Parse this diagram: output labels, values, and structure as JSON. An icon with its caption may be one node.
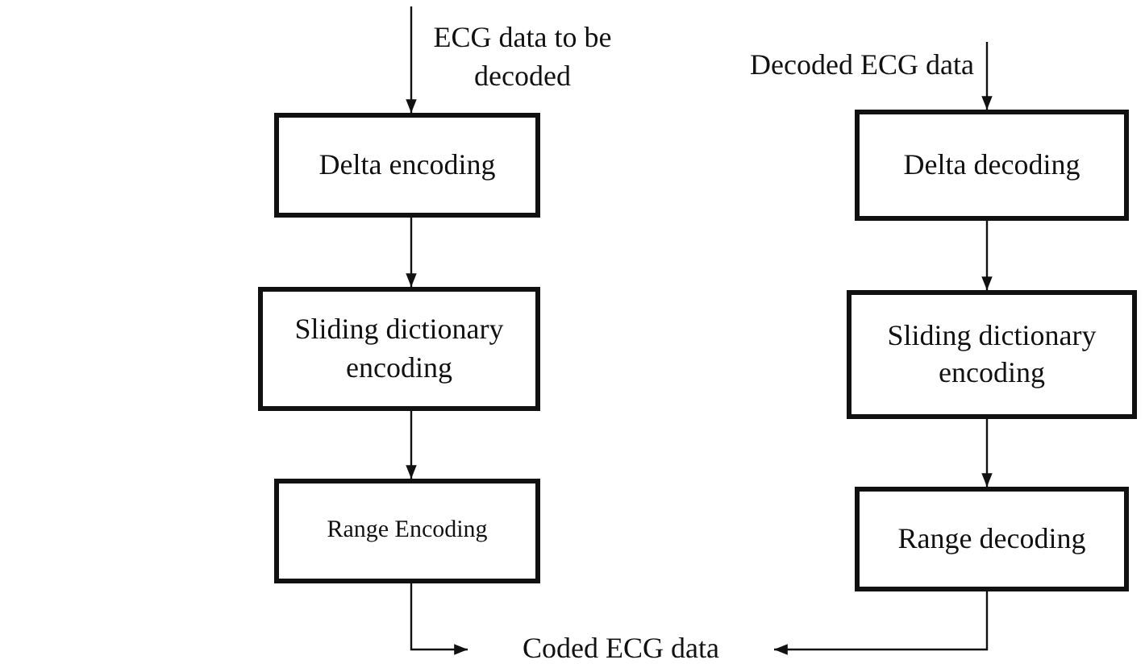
{
  "diagram": {
    "nodes": [
      {
        "text": [
          "ECG data to be decoded"
        ]
      },
      {
        "text": [
          "Delta encoding"
        ]
      },
      {
        "text": [
          "Sliding dictionary encoding"
        ]
      },
      {
        "text": [
          "Range Encoding"
        ]
      },
      {
        "text": [
          "Decoded ECG data"
        ]
      },
      {
        "text": [
          "Delta decoding"
        ]
      },
      {
        "text": [
          "Sliding dictionary encoding"
        ]
      },
      {
        "text": [
          "Range decoding"
        ]
      },
      {
        "text": [
          "Coded ECG data"
        ]
      }
    ],
    "edges": [
      {
        "from": 0,
        "to": 1,
        "arrow": "to"
      },
      {
        "from": 1,
        "to": 2,
        "arrow": "to"
      },
      {
        "from": 2,
        "to": 3,
        "arrow": "to"
      },
      {
        "from": 3,
        "to": 8,
        "arrow": "to"
      },
      {
        "from": 4,
        "to": 5,
        "arrow": "to"
      },
      {
        "from": 5,
        "to": 6,
        "arrow": "to"
      },
      {
        "from": 6,
        "to": 7,
        "arrow": "to"
      },
      {
        "from": 7,
        "to": 8,
        "arrow": "to"
      }
    ]
  }
}
